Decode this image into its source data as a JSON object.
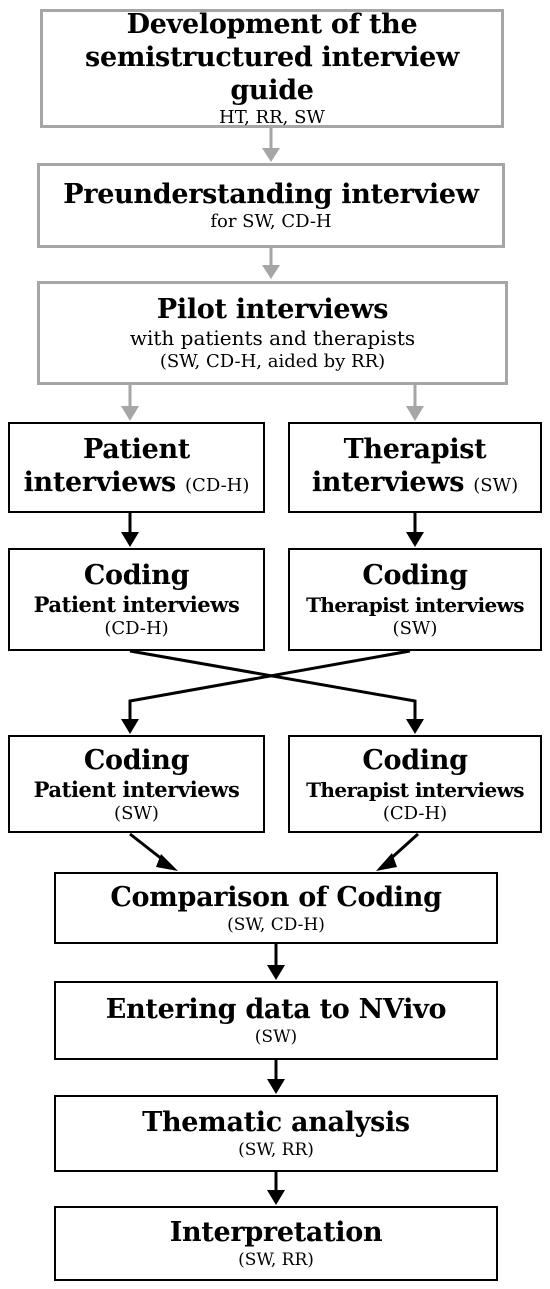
{
  "boxes": {
    "development": {
      "title_line1": "Development of the",
      "title_line2": "semistructured interview guide",
      "sub": "HT, RR, SW"
    },
    "preunderstanding": {
      "title": "Preunderstanding interview",
      "sub": "for SW, CD-H"
    },
    "pilot": {
      "title": "Pilot interviews",
      "sub1": "with patients and therapists",
      "sub2": "(SW, CD-H, aided by RR)"
    },
    "patient_interviews": {
      "title_line1": "Patient",
      "title_line2": "interviews",
      "who": "(CD-H)"
    },
    "therapist_interviews": {
      "title_line1": "Therapist",
      "title_line2": "interviews",
      "who": "(SW)"
    },
    "coding_patient_1": {
      "title": "Coding",
      "sub_title": "Patient interviews",
      "who": "(CD-H)"
    },
    "coding_therapist_1": {
      "title": "Coding",
      "sub_title": "Therapist interviews",
      "who": "(SW)"
    },
    "coding_patient_2": {
      "title": "Coding",
      "sub_title": "Patient interviews",
      "who": "(SW)"
    },
    "coding_therapist_2": {
      "title": "Coding",
      "sub_title": "Therapist interviews",
      "who": "(CD-H)"
    },
    "comparison": {
      "title": "Comparison of Coding",
      "who": "(SW, CD-H)"
    },
    "nvivo": {
      "title": "Entering data to NVivo",
      "who": "(SW)"
    },
    "thematic": {
      "title": "Thematic analysis",
      "who": "(SW, RR)"
    },
    "interpretation": {
      "title": "Interpretation",
      "who": "(SW, RR)"
    }
  },
  "colors": {
    "grey_border": "#a6a6a6",
    "black_border": "#000000",
    "grey_arrow": "#a6a6a6",
    "black_arrow": "#000000"
  }
}
